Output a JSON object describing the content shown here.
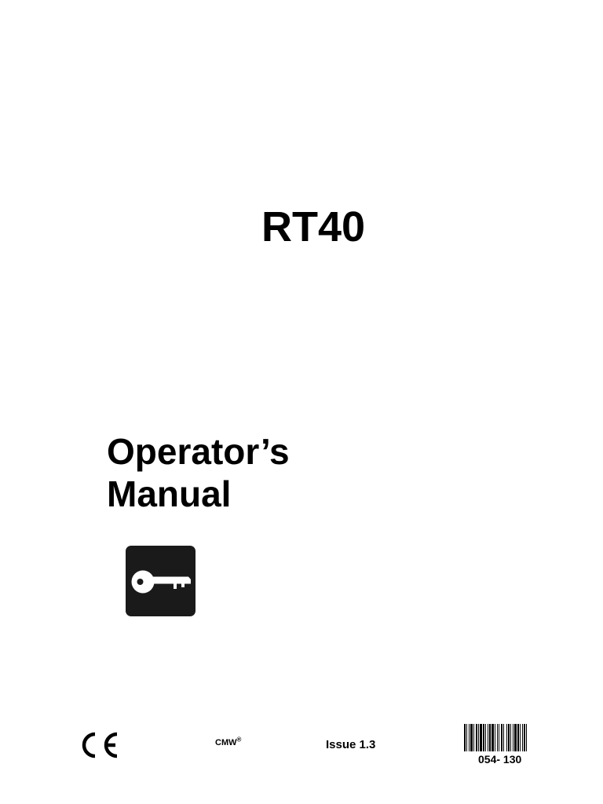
{
  "cover": {
    "model": "RT40",
    "title_line1": "Operator’s",
    "title_line2": "Manual",
    "symbol_icon": "key-icon",
    "certification_icon": "ce-mark-icon"
  },
  "footer": {
    "brand": "CMW",
    "brand_registered": "®",
    "issue": "Issue 1.3",
    "part_number": "054- 130",
    "barcode_icon": "barcode-icon"
  }
}
